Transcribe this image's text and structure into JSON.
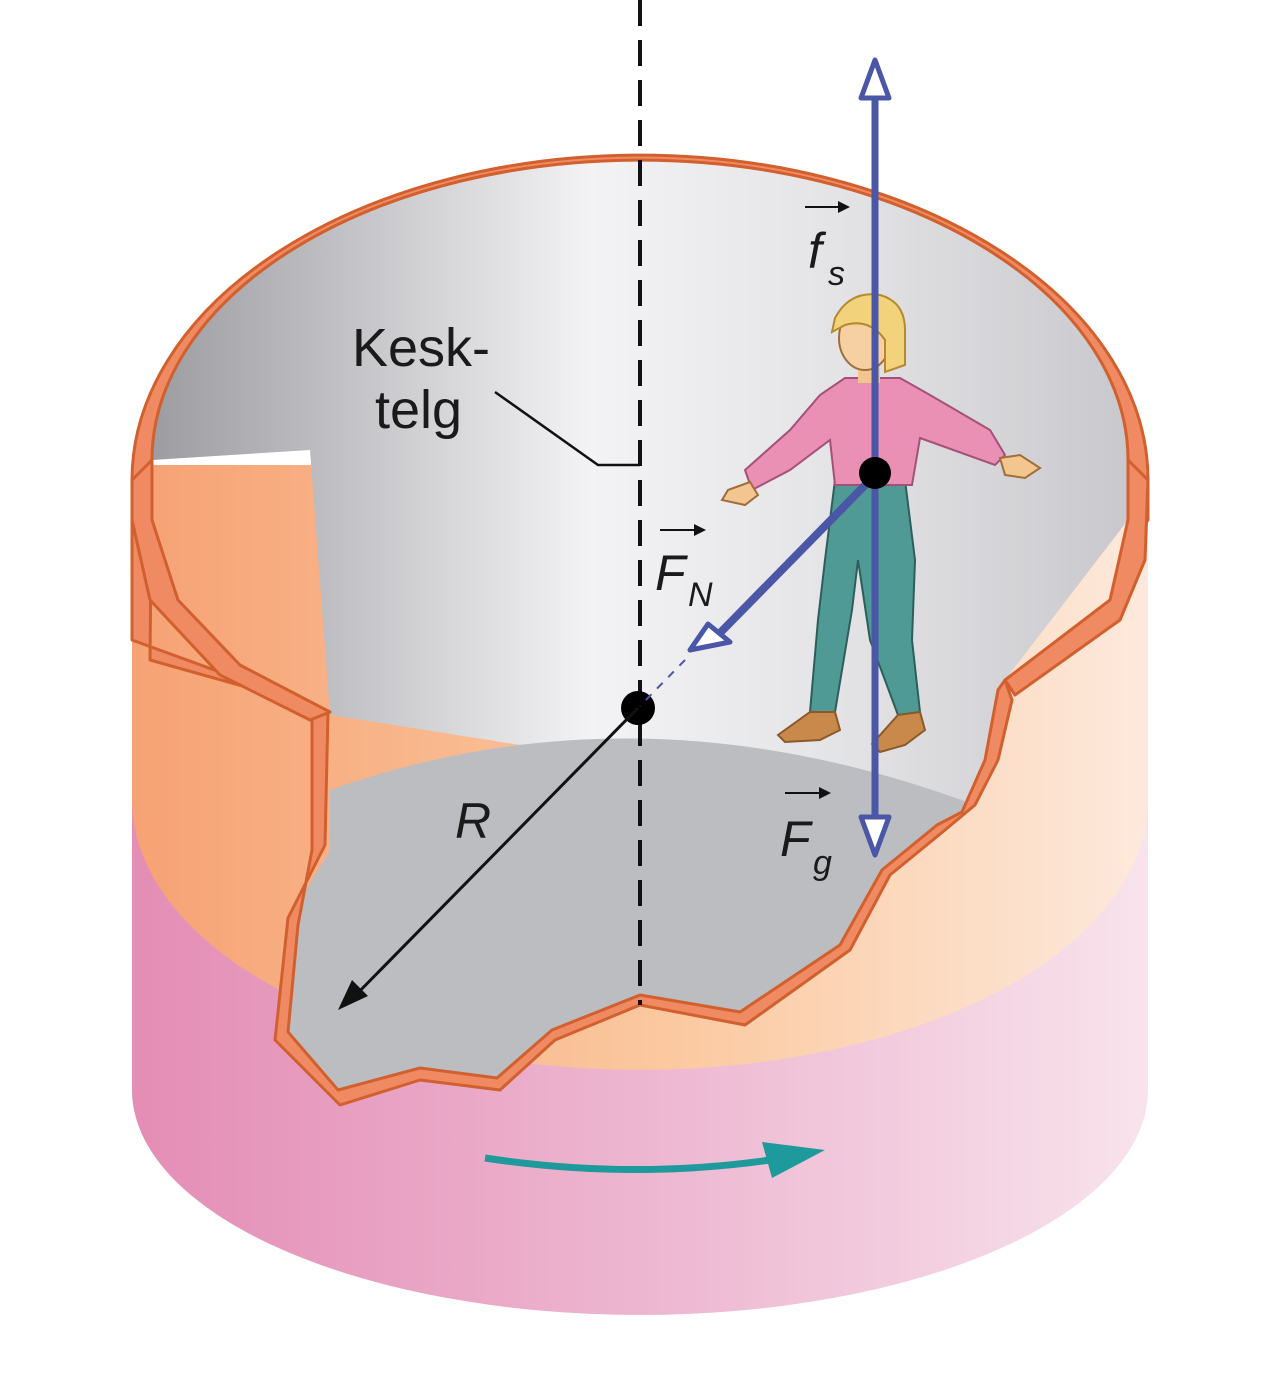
{
  "labels": {
    "axis_line1": "Kesk-",
    "axis_line2": "telg",
    "friction_symbol": "f",
    "friction_sub": "s",
    "normal_symbol": "F",
    "normal_sub": "N",
    "gravity_symbol": "F",
    "gravity_sub": "g",
    "radius": "R"
  },
  "colors": {
    "rim": "#ef8a62",
    "rim_edge": "#d2602e",
    "outer_top": "#f8b17c",
    "outer_bottom": "#e48fb6",
    "inner_wall": "#e6e6e9",
    "floor": "#b9babd",
    "force_vector": "#4a56a6",
    "rotation_arrow": "#1e9a9c",
    "shirt": "#e990b4",
    "pants": "#4f9a95",
    "hair": "#f3d27c"
  },
  "icons": {
    "rotation": "curved-arrow-right",
    "vector": "arrow-head"
  }
}
